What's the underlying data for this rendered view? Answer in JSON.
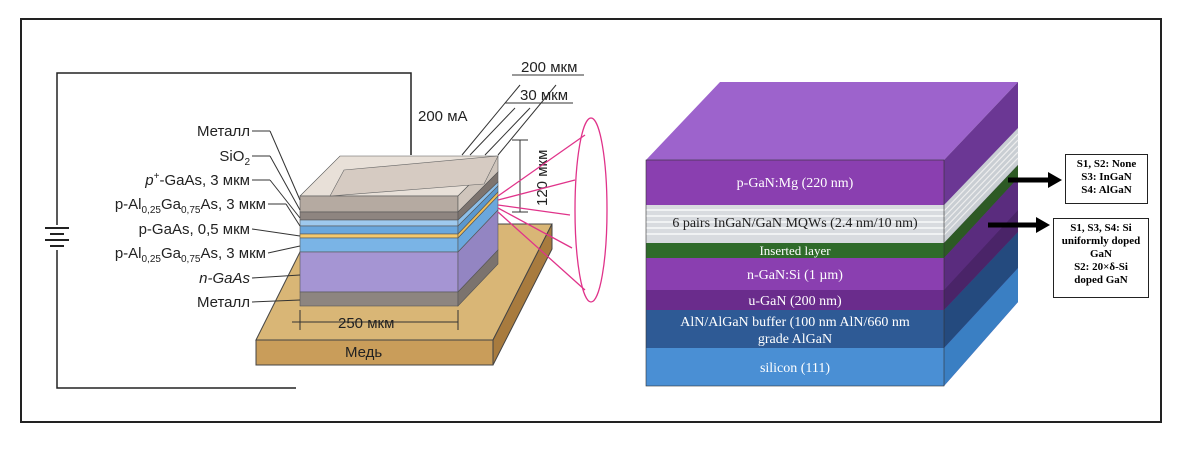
{
  "left": {
    "labels": {
      "metal_top": "Металл",
      "sio2": "SiO",
      "sio2_sub": "2",
      "p_gaas": "p",
      "p_gaas_sup": "+",
      "p_gaas_rest": "-GaAs, 3 мкм",
      "p_algaas1_a": "p-Al",
      "p_algaas1_b": "0,25",
      "p_algaas1_c": "Ga",
      "p_algaas1_d": "0,75",
      "p_algaas1_e": "As, 3 мкм",
      "p_gaas_thin": "p-GaAs, 0,5 мкм",
      "p_algaas2_a": "p-Al",
      "p_algaas2_b": "0,25",
      "p_algaas2_c": "Ga",
      "p_algaas2_d": "0,75",
      "p_algaas2_e": "As, 3 мкм",
      "n_gaas": "n-GaAs",
      "metal_bottom": "Металл",
      "copper": "Медь",
      "current": "200 мА",
      "dim_200": "200 мкм",
      "dim_30": "30 мкм",
      "dim_120": "120 мкм",
      "dim_250": "250 мкм"
    }
  },
  "right": {
    "layers": {
      "pgan": "p-GaN:Mg (220 nm)",
      "mqw": "6 pairs InGaN/GaN MQWs (2.4 nm/10 nm)",
      "inserted": "Inserted layer",
      "ngan": "n-GaN:Si (1 µm)",
      "ugan": "u-GaN (200 nm)",
      "buffer1": "AlN/AlGaN buffer (100 nm AlN/660 nm",
      "buffer2": "grade AlGaN",
      "silicon": "silicon (111)"
    },
    "box1": "S1, S2: None\nS3: InGaN\nS4: AlGaN",
    "box2": "S1, S3, S4: Si\nuniformly doped\nGaN\nS2: 20×δ-Si\ndoped GaN",
    "colors": {
      "purple": "#8a3fb0",
      "purple_dark": "#6a2c8c",
      "inserted": "#2f6b2a",
      "buffer": "#2e5a95",
      "silicon": "#4a8fd4"
    }
  }
}
